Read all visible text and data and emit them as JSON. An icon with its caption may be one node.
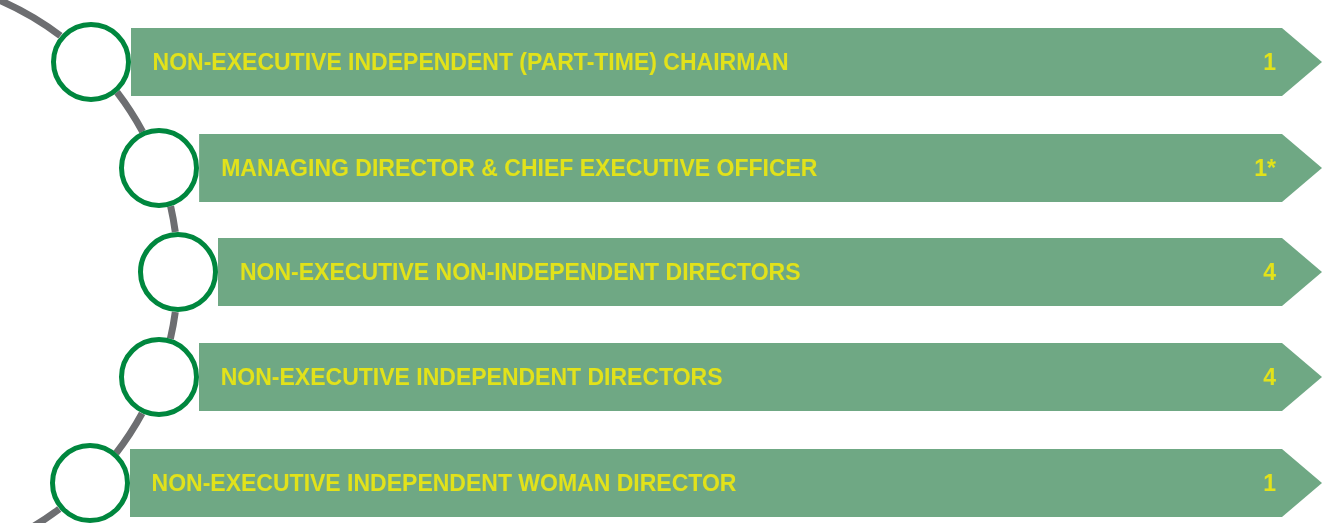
{
  "diagram": {
    "nodes": [
      {
        "text": [
          "NON-EXECUTIVE INDEPENDENT (PART-TIME) CHAIRMAN",
          "1"
        ]
      },
      {
        "text": [
          "MANAGING DIRECTOR & CHIEF EXECUTIVE OFFICER",
          "1*"
        ]
      },
      {
        "text": [
          "NON-EXECUTIVE NON-INDEPENDENT DIRECTORS",
          "4"
        ]
      },
      {
        "text": [
          "NON-EXECUTIVE INDEPENDENT DIRECTORS",
          "4"
        ]
      },
      {
        "text": [
          "NON-EXECUTIVE INDEPENDENT WOMAN DIRECTOR",
          "1"
        ]
      },
      {
        "text": [],
        "shape": "circle"
      },
      {
        "text": [],
        "shape": "circle"
      },
      {
        "text": [],
        "shape": "circle"
      },
      {
        "text": [],
        "shape": "circle"
      },
      {
        "text": [],
        "shape": "circle"
      }
    ],
    "edges": [
      {
        "from": 5,
        "to": 6,
        "arrow": "none"
      },
      {
        "from": 6,
        "to": 7,
        "arrow": "none"
      },
      {
        "from": 7,
        "to": 8,
        "arrow": "none"
      },
      {
        "from": 8,
        "to": 9,
        "arrow": "none"
      }
    ]
  }
}
